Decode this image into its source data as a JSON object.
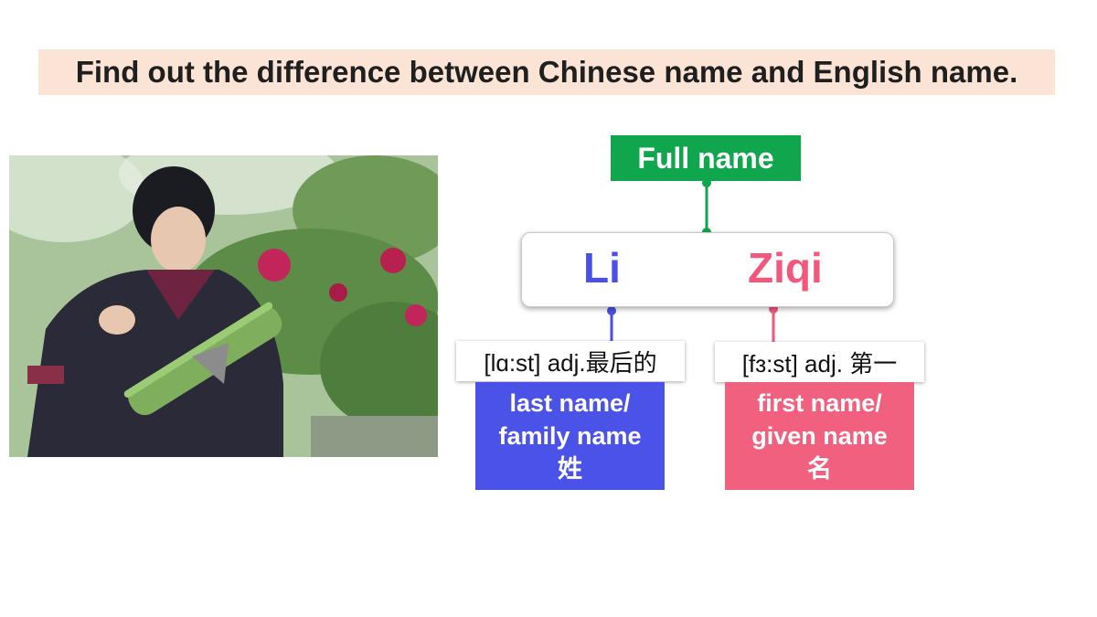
{
  "slide": {
    "title": "Find out the difference between Chinese name and English name.",
    "full_name_label": "Full name",
    "surname": "Li",
    "given_name": "Ziqi",
    "last": {
      "phonetic": "[lɑ:st] adj.最后的",
      "line1": "last name/",
      "line2": "family name",
      "line3": "姓"
    },
    "first": {
      "phonetic": "[fɜ:st] adj. 第一",
      "line1": "first name/",
      "line2": "given name",
      "line3": "名"
    }
  },
  "colors": {
    "title_bg": "#fbe4d5",
    "full_name_bg": "#0fa64d",
    "surname": "#4a50e6",
    "given_name": "#f2587e",
    "last_box": "#4a52e8",
    "first_box": "#f2607f"
  }
}
